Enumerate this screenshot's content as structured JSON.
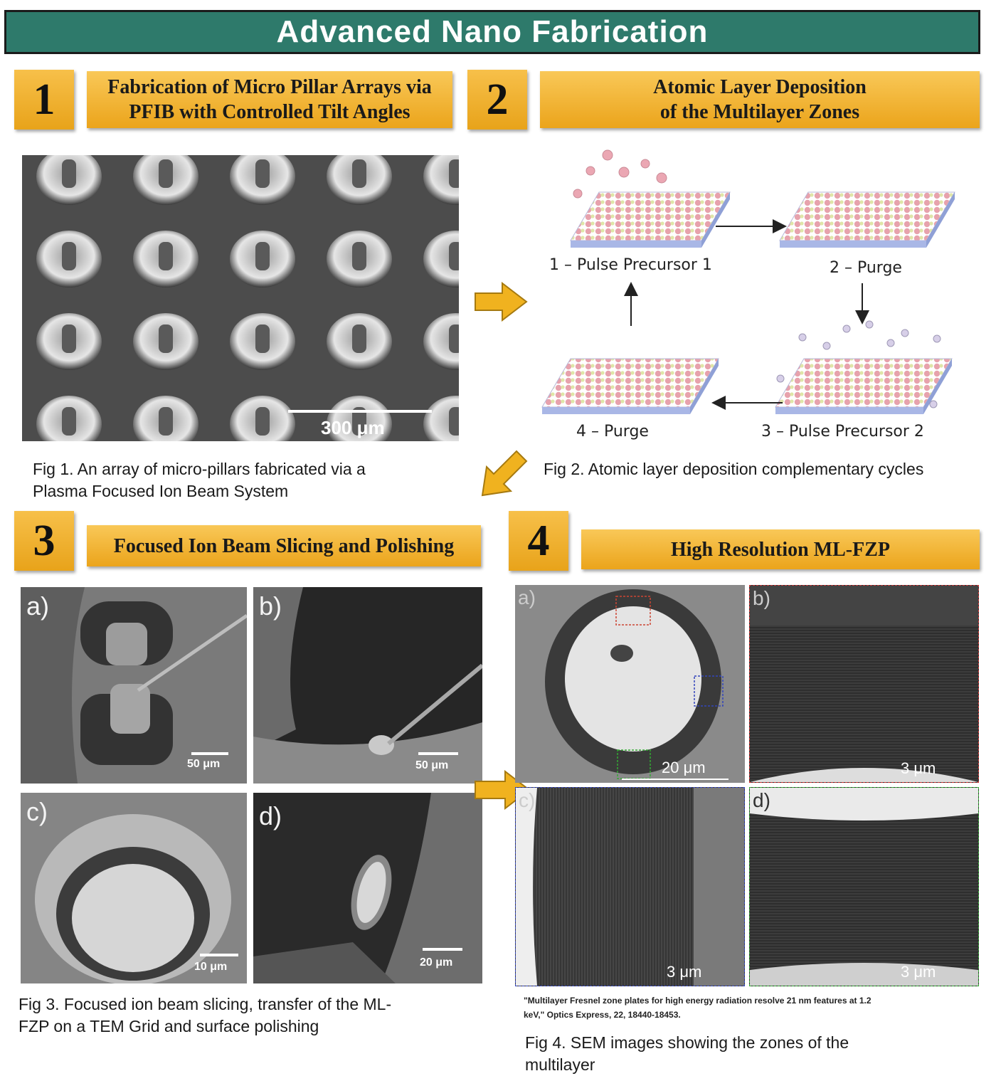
{
  "title": "Advanced Nano Fabrication",
  "sections": [
    {
      "number": "1",
      "heading_line1": "Fabrication of Micro Pillar Arrays via",
      "heading_line2": "PFIB with Controlled Tilt Angles"
    },
    {
      "number": "2",
      "heading_line1": "Atomic Layer Deposition",
      "heading_line2": "of the Multilayer Zones"
    },
    {
      "number": "3",
      "heading": "Focused Ion Beam Slicing and Polishing"
    },
    {
      "number": "4",
      "heading": "High Resolution ML-FZP"
    }
  ],
  "fig1": {
    "scale": "300 μm",
    "caption_line1": "Fig 1. An array of micro-pillars fabricated via a",
    "caption_line2": "Plasma Focused Ion Beam System"
  },
  "fig2": {
    "steps": [
      "1 – Pulse Precursor 1",
      "2 – Purge",
      "3 – Pulse Precursor 2",
      "4 – Purge"
    ],
    "caption": "Fig 2. Atomic layer deposition complementary cycles"
  },
  "fig3": {
    "panels": [
      {
        "label": "a)",
        "scale": "50 μm"
      },
      {
        "label": "b)",
        "scale": "50 μm"
      },
      {
        "label": "c)",
        "scale": "10 μm"
      },
      {
        "label": "d)",
        "scale": "20 μm"
      }
    ],
    "caption_line1": "Fig 3. Focused ion beam slicing, transfer of the ML-",
    "caption_line2": "FZP on a TEM Grid and surface polishing"
  },
  "fig4": {
    "panels": [
      {
        "label": "a)",
        "scale": "20 μm"
      },
      {
        "label": "b)",
        "scale": "3 μm"
      },
      {
        "label": "c)",
        "scale": "3 μm"
      },
      {
        "label": "d)",
        "scale": "3 μm"
      }
    ],
    "reference_line1": "\"Multilayer Fresnel zone plates for high energy radiation resolve 21 nm features at 1.2",
    "reference_line2": "keV,\" Optics Express, 22, 18440-18453.",
    "caption_line1": "Fig 4. SEM images showing the zones of the",
    "caption_line2": "multilayer"
  },
  "colors": {
    "title_bar": "#2e7a6b",
    "header_orange": "#f0b21f",
    "arrow": "#f0b21f"
  }
}
